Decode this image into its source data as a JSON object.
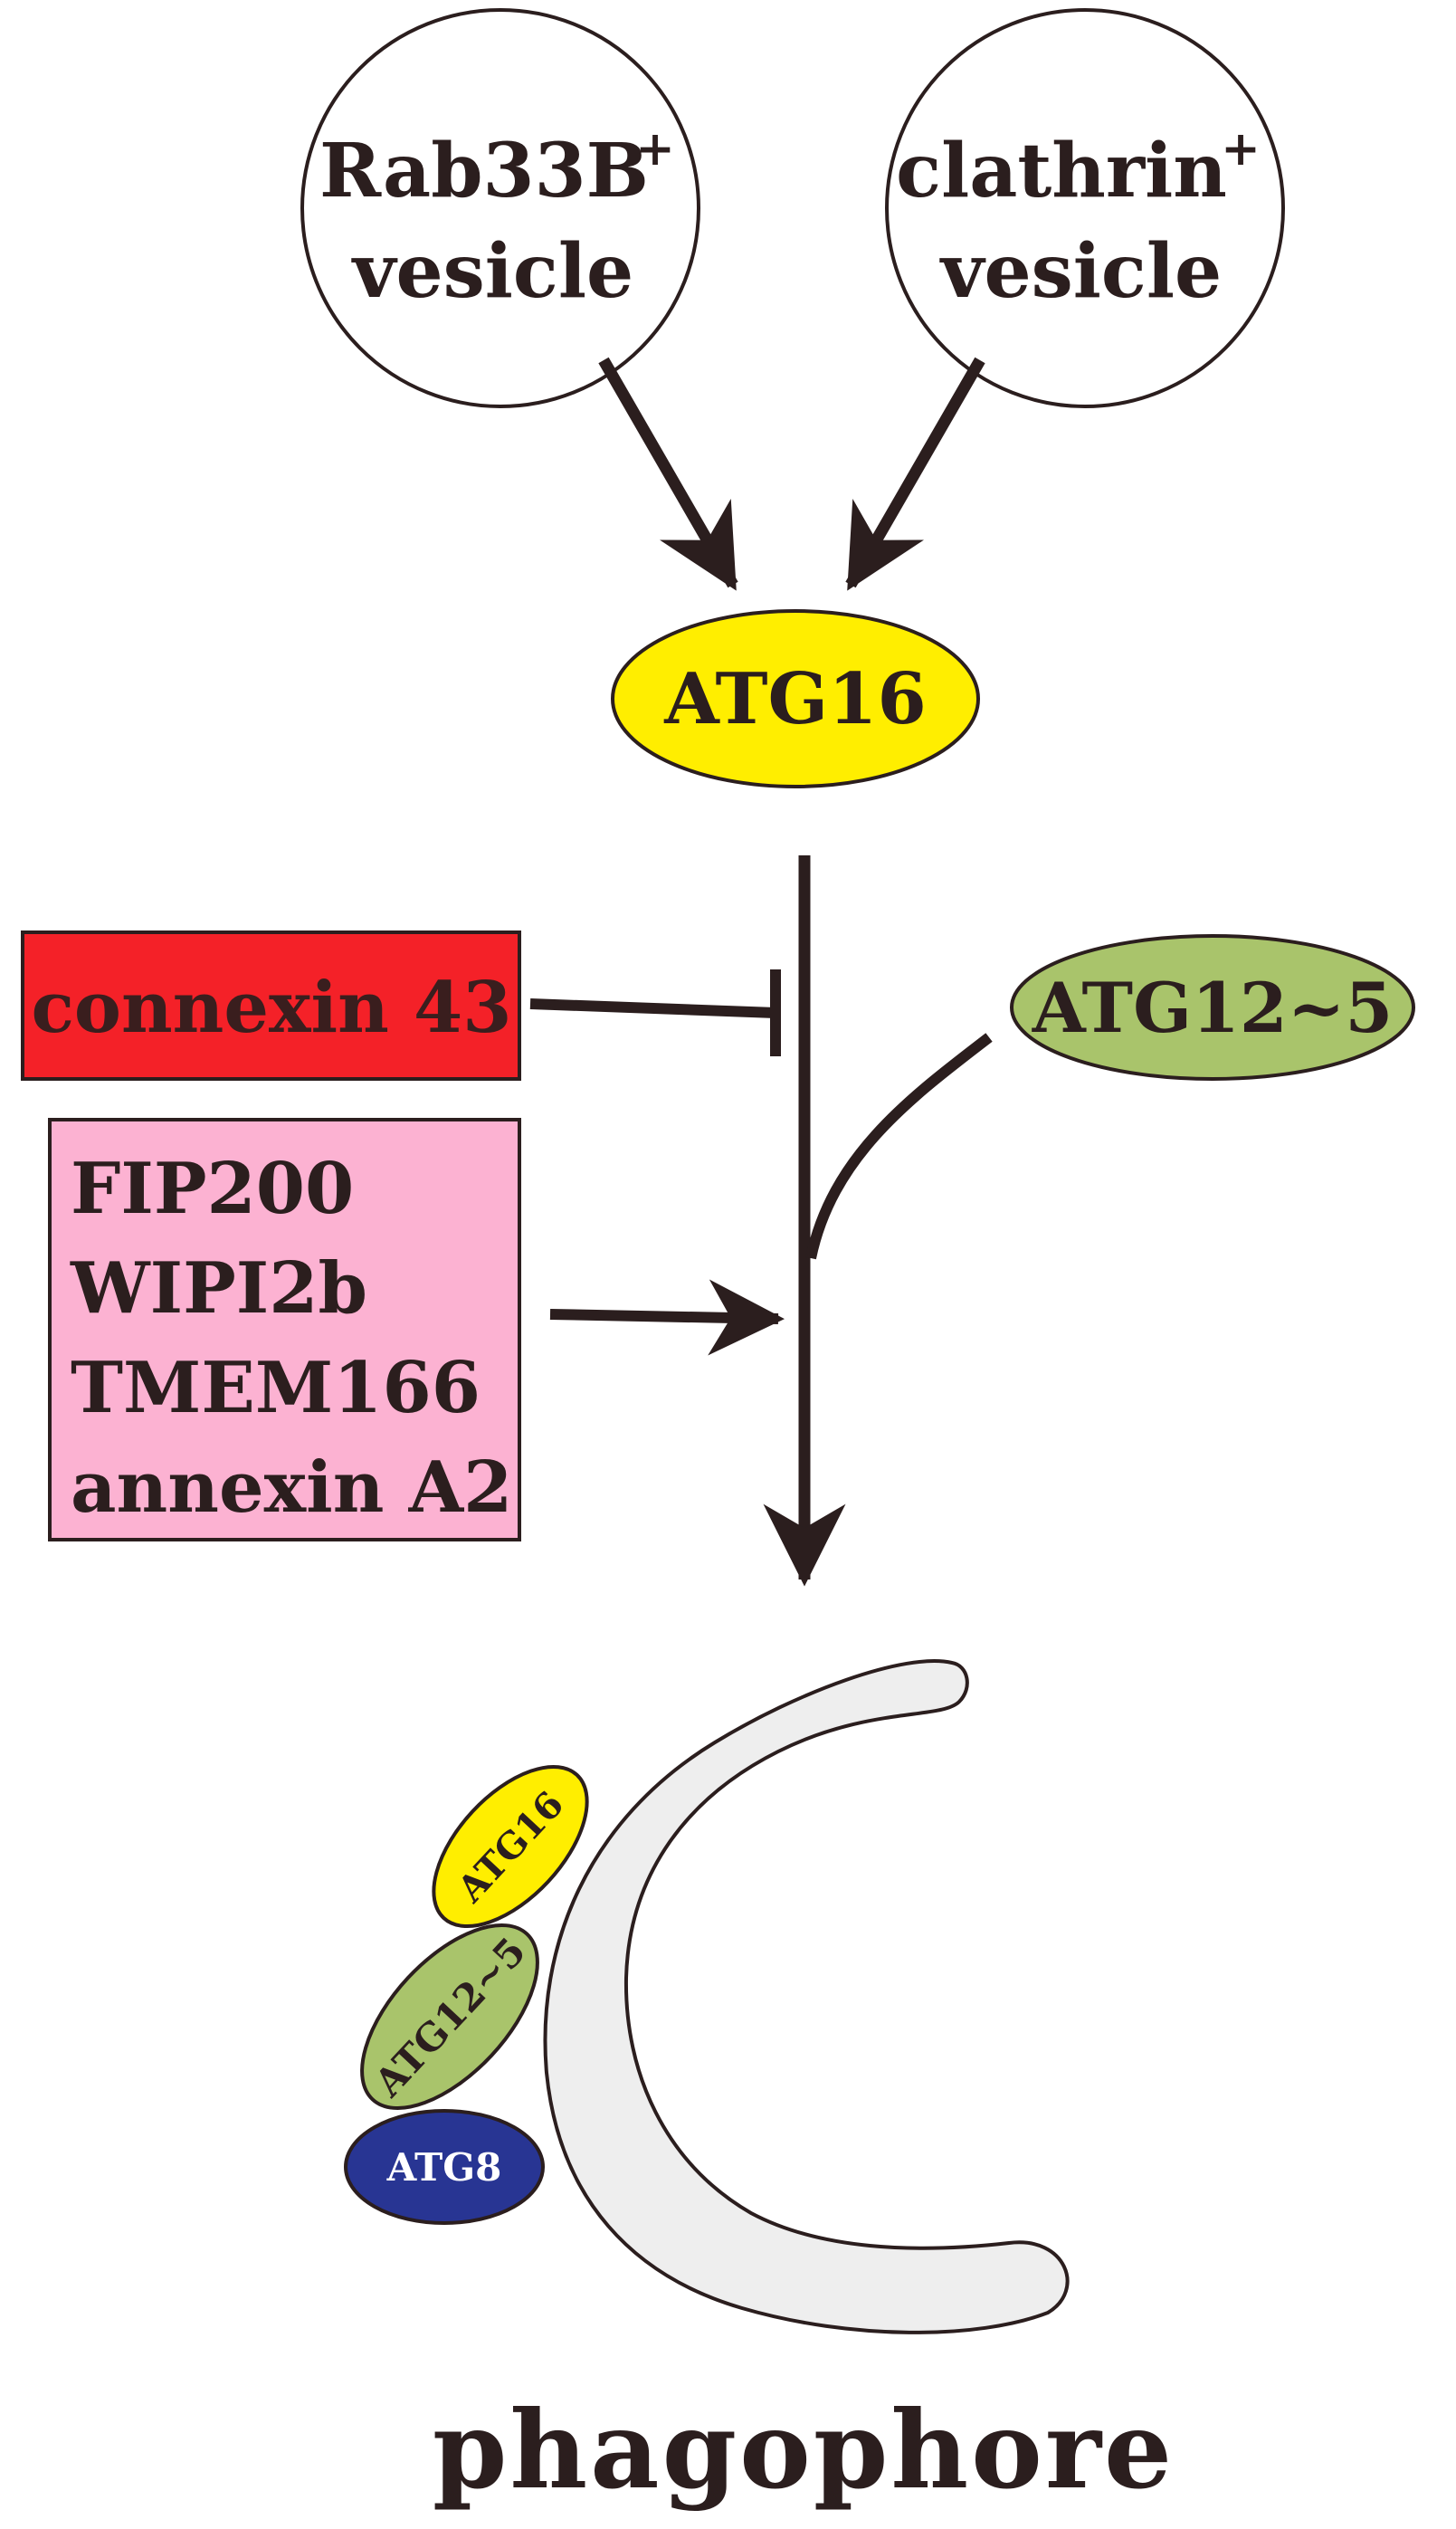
{
  "vesicles": {
    "rab33b": {
      "name": "Rab33B",
      "sup": "+",
      "line2": "vesicle"
    },
    "clathrin": {
      "name": "clathrin",
      "sup": "+",
      "line2": "vesicle"
    }
  },
  "atg16_top": {
    "label": "ATG16",
    "color": "#FFEE00"
  },
  "atg12_5_side": {
    "label": "ATG12~5",
    "color": "#A9C46B"
  },
  "inhibitor": {
    "label": "connexin 43",
    "color": "#F42128"
  },
  "activators": {
    "color": "#FCB2D2",
    "items": [
      "FIP200",
      "WIPI2b",
      "TMEM166",
      "annexin A2"
    ]
  },
  "complex": {
    "atg16": "ATG16",
    "atg12_5": "ATG12~5",
    "atg8": "ATG8",
    "atg8_color": "#283593"
  },
  "phagophore": {
    "label": "phagophore",
    "fill": "#EEEEEE"
  },
  "colors": {
    "ink": "#2B1E1E"
  }
}
